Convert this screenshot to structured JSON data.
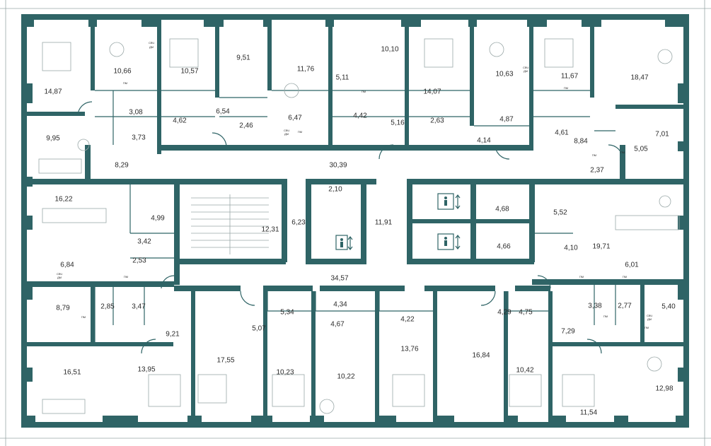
{
  "plan": {
    "areas": [
      "14,87",
      "10,66",
      "10,57",
      "9,51",
      "11,76",
      "5,11",
      "10,10",
      "14,07",
      "10,63",
      "11,67",
      "18,47",
      "3,08",
      "3,73",
      "4,62",
      "6,54",
      "2,46",
      "6,47",
      "4,42",
      "5,16",
      "2,63",
      "4,14",
      "4,87",
      "4,61",
      "8,84",
      "7,01",
      "5,05",
      "9,95",
      "8,29",
      "30,39",
      "2,37",
      "16,22",
      "4,99",
      "12,31",
      "6,23",
      "2,10",
      "11,91",
      "4,68",
      "5,52",
      "19,71",
      "3,42",
      "6,84",
      "2,53",
      "4,66",
      "4,10",
      "6,01",
      "34,57",
      "8,79",
      "2,85",
      "3,47",
      "9,21",
      "5,34",
      "4,34",
      "4,67",
      "4,22",
      "4,29",
      "4,75",
      "3,38",
      "2,77",
      "5,40",
      "5,07",
      "7,29",
      "16,51",
      "13,95",
      "17,55",
      "10,23",
      "10,22",
      "13,76",
      "16,84",
      "10,42",
      "12,98",
      "11,54"
    ],
    "tags": [
      "СВЧ",
      "ДМ",
      "ПМ",
      "СВЧ",
      "ДМ",
      "ПМ",
      "ПМ",
      "СВЧ",
      "ДМ",
      "ПМ",
      "ПМ",
      "ПМ",
      "СВЧ",
      "ДМ",
      "ПМ",
      "ПМ",
      "ПМ",
      "ПМ",
      "СВЧ",
      "ДМ",
      "ПМ",
      "ПМ"
    ],
    "icons": {
      "lift": "lift-icon",
      "arrows": "up-down-arrows-icon",
      "stairs": "staircase-icon"
    },
    "colors": {
      "wall": "#2f6466",
      "background": "#ffffff",
      "furniture": "#9aa8a8",
      "label": "#2a2a2a"
    }
  }
}
